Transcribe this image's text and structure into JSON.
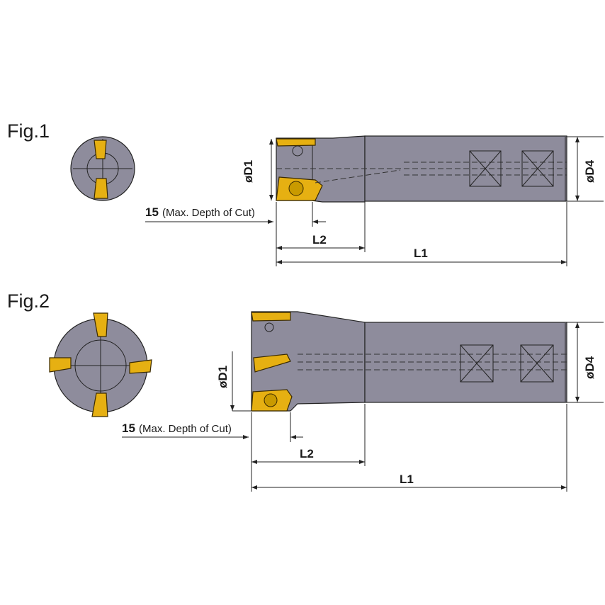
{
  "fig1": {
    "title": "Fig.1",
    "d1": "øD1",
    "d4": "øD4",
    "depth_value": "15",
    "depth_note": "(Max. Depth of Cut)",
    "l2": "L2",
    "l1": "L1"
  },
  "fig2": {
    "title": "Fig.2",
    "d1": "øD1",
    "d4": "øD4",
    "depth_value": "15",
    "depth_note": "(Max. Depth of Cut)",
    "l2": "L2",
    "l1": "L1"
  },
  "colors": {
    "body": "#8e8c9c",
    "insert": "#e6b012"
  }
}
